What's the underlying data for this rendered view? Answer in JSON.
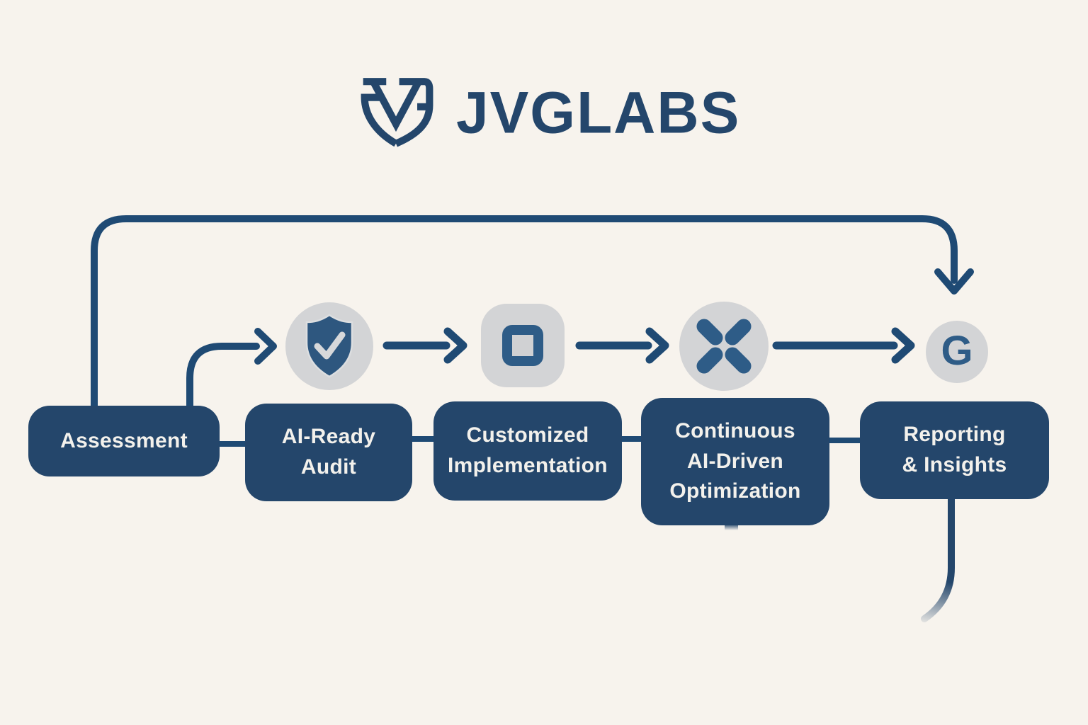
{
  "brand": {
    "name": "JVGLABS",
    "logo_icon": "jvg-shield-monogram-icon"
  },
  "colors": {
    "background": "#f7f3ed",
    "box_navy": "#24466b",
    "line_navy": "#1f4a74",
    "icon_navy": "#2e5c87",
    "icon_gray": "#d3d4d6",
    "box_text": "#f3f1ec"
  },
  "diagram": {
    "type": "flowchart",
    "stages": [
      {
        "id": "assessment",
        "label": "Assessment",
        "icon": null
      },
      {
        "id": "ai-ready-audit",
        "label": "AI-Ready\nAudit",
        "icon": "shield-check-icon"
      },
      {
        "id": "customized-implementation",
        "label": "Customized\nImplementation",
        "icon": "stop-square-icon"
      },
      {
        "id": "continuous-ai-driven-optimization",
        "label": "Continuous\nAI-Driven\nOptimization",
        "icon": "x-mark-icon"
      },
      {
        "id": "reporting-insights",
        "label": "Reporting\n& Insights",
        "icon": "g-letter-icon"
      }
    ],
    "g_letter": "G",
    "flow_order": "Assessment → AI-Ready Audit → Customized Implementation → Continuous AI-Driven Optimization → Reporting & Insights",
    "feedback_loop": "Long arrow from Assessment over the top of the diagram down into Reporting & Insights icon"
  }
}
